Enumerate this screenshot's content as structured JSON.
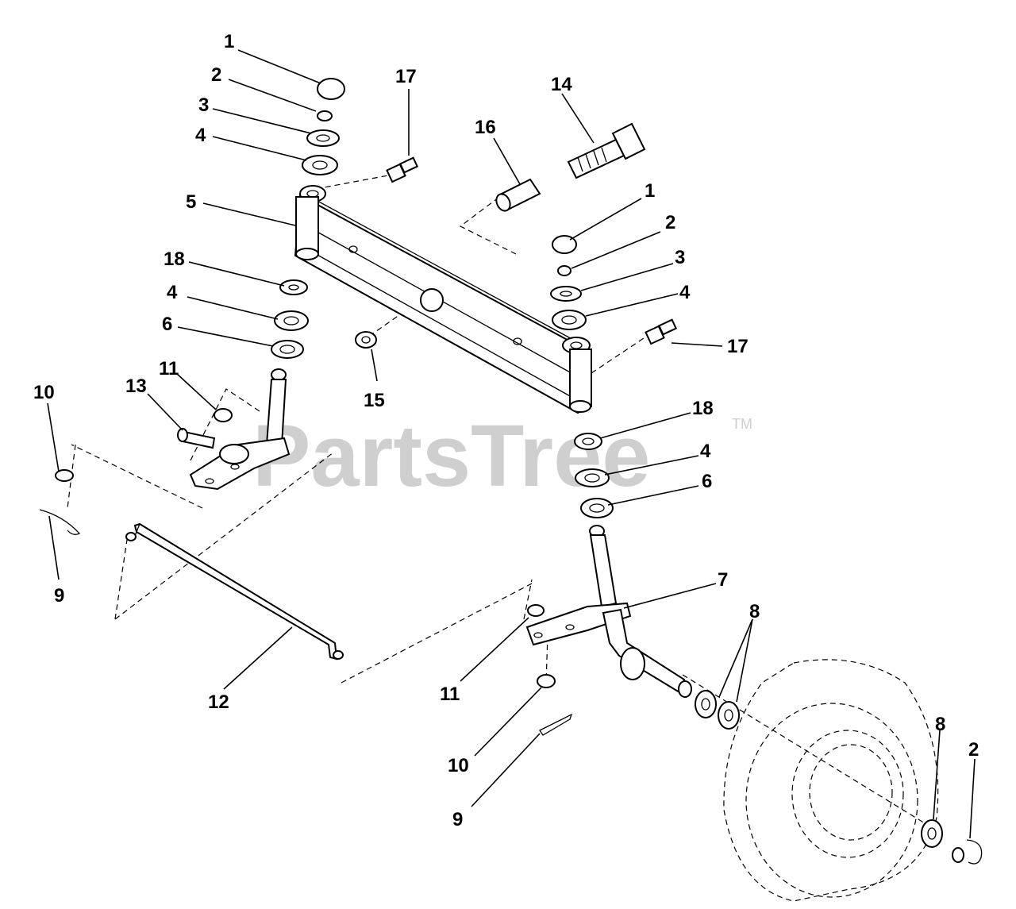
{
  "watermark": {
    "text": "PartsTree",
    "trademark": "TM"
  },
  "callouts": {
    "c1a": "1",
    "c2a": "2",
    "c3a": "3",
    "c4a": "4",
    "c17a": "17",
    "c14": "14",
    "c16": "16",
    "c5": "5",
    "c1b": "1",
    "c2b": "2",
    "c3b": "3",
    "c4b": "4",
    "c18a": "18",
    "c4c": "4",
    "c6a": "6",
    "c17b": "17",
    "c15": "15",
    "c11a": "11",
    "c13": "13",
    "c10a": "10",
    "c18b": "18",
    "c4d": "4",
    "c6b": "6",
    "c9a": "9",
    "c7": "7",
    "c8a": "8",
    "c12": "12",
    "c11b": "11",
    "c10b": "10",
    "c8b": "8",
    "c2c": "2",
    "c9b": "9"
  }
}
